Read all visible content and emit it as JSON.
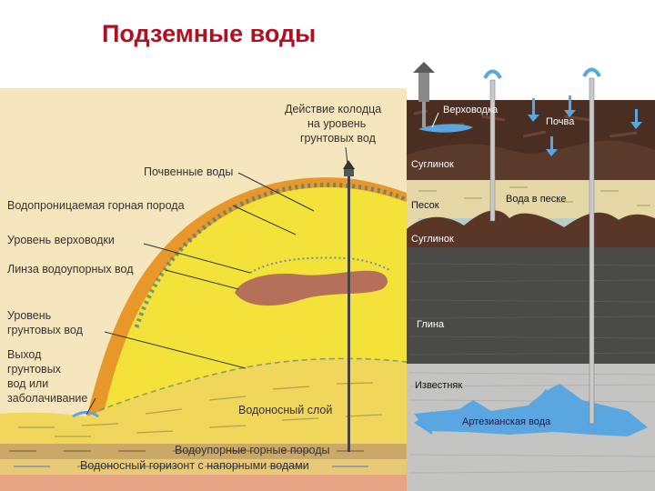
{
  "title": "Подземные воды",
  "left_diagram": {
    "labels": {
      "well_action": [
        "Действие колодца",
        "на уровень",
        "грунтовых вод"
      ],
      "soil_water": "Почвенные воды",
      "permeable_rock": "Водопроницаемая горная порода",
      "perched_level": "Уровень верховодки",
      "lens": "Линза водоупорных вод",
      "groundwater_level": [
        "Уровень",
        "грунтовых вод"
      ],
      "outlet": [
        "Выход",
        "грунтовых",
        "вод или",
        "заболачивание"
      ],
      "aquifer": "Водоносный слой",
      "impermeable": "Водоупорные горные породы",
      "confined_horizon": "Водоносный горизонт с напорными водами"
    }
  },
  "right_diagram": {
    "labels": {
      "perched": "Верховодка",
      "soil": "Почва",
      "loam1": "Суглинок",
      "sand": "Песок",
      "sand_water": "Вода в песке",
      "loam2": "Суглинок",
      "clay": "Глина",
      "limestone": "Известняк",
      "artesian": "Артезианская вода"
    }
  },
  "colors": {
    "title": "#b01020",
    "yellow_rock": "#f3e23a",
    "hill_outline": "#e8982a",
    "lens": "#b6705a",
    "soil_dark": "#4a2e22",
    "sand": "#e6d8a6",
    "clay": "#4a4a48",
    "limestone": "#c4c4c2",
    "water": "#5aa6e0"
  }
}
